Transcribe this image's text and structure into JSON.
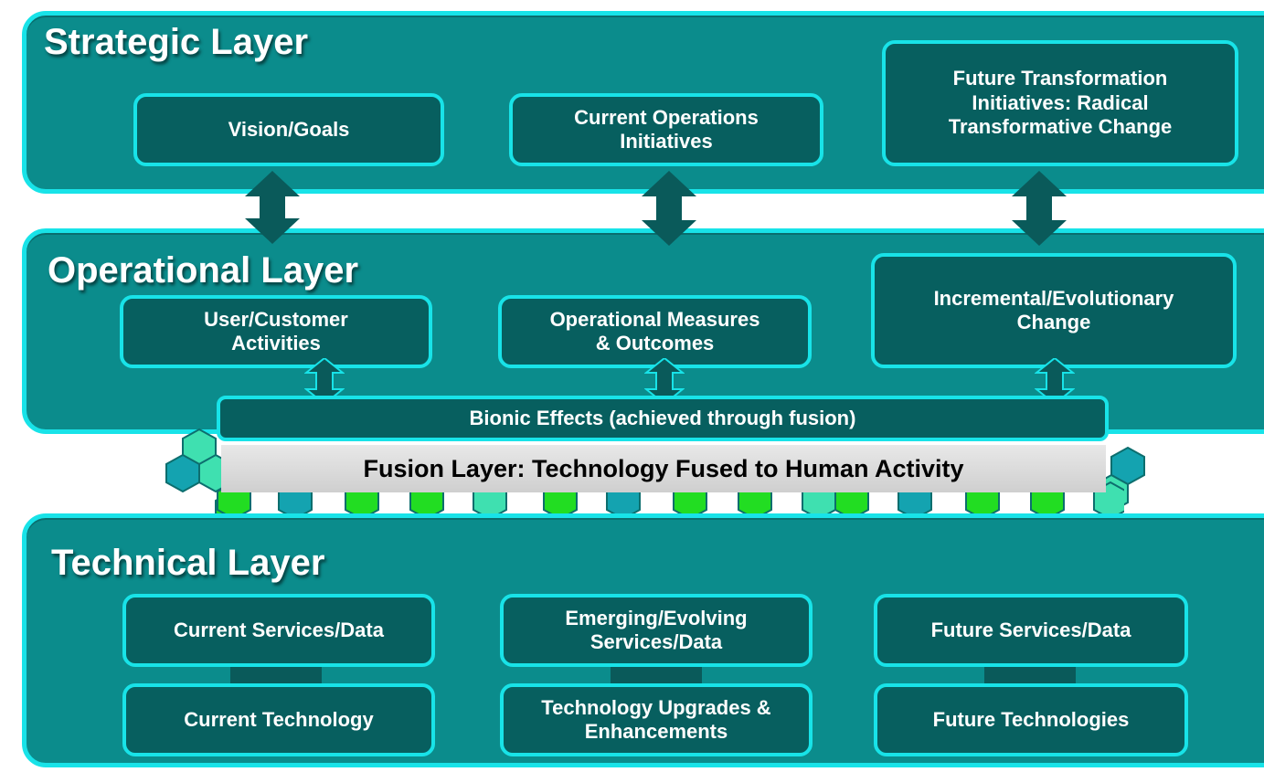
{
  "colors": {
    "layer_fill": "#0b8c8c",
    "layer_border": "#18e3e8",
    "box_fill": "#075f5f",
    "arrow": "#0a5a5a",
    "fusion_bar": "#d9d9d9",
    "hex_green": "#22dd22",
    "hex_teal": "#14a3b0",
    "hex_mint": "#3fe0b0"
  },
  "strategic": {
    "title": "Strategic Layer",
    "boxes": [
      "Vision/Goals",
      "Current Operations\nInitiatives",
      "Future Transformation\nInitiatives: Radical\nTransformative Change"
    ]
  },
  "operational": {
    "title": "Operational Layer",
    "boxes": [
      "User/Customer\nActivities",
      "Operational Measures\n& Outcomes",
      "Incremental/Evolutionary\nChange"
    ]
  },
  "fusion": {
    "bionic_label": "Bionic Effects (achieved through fusion)",
    "fusion_label": "Fusion Layer: Technology Fused to Human Activity"
  },
  "technical": {
    "title": "Technical Layer",
    "top_boxes": [
      "Current Services/Data",
      "Emerging/Evolving\nServices/Data",
      "Future Services/Data"
    ],
    "bottom_boxes": [
      "Current Technology",
      "Technology Upgrades &\nEnhancements",
      "Future Technologies"
    ]
  }
}
